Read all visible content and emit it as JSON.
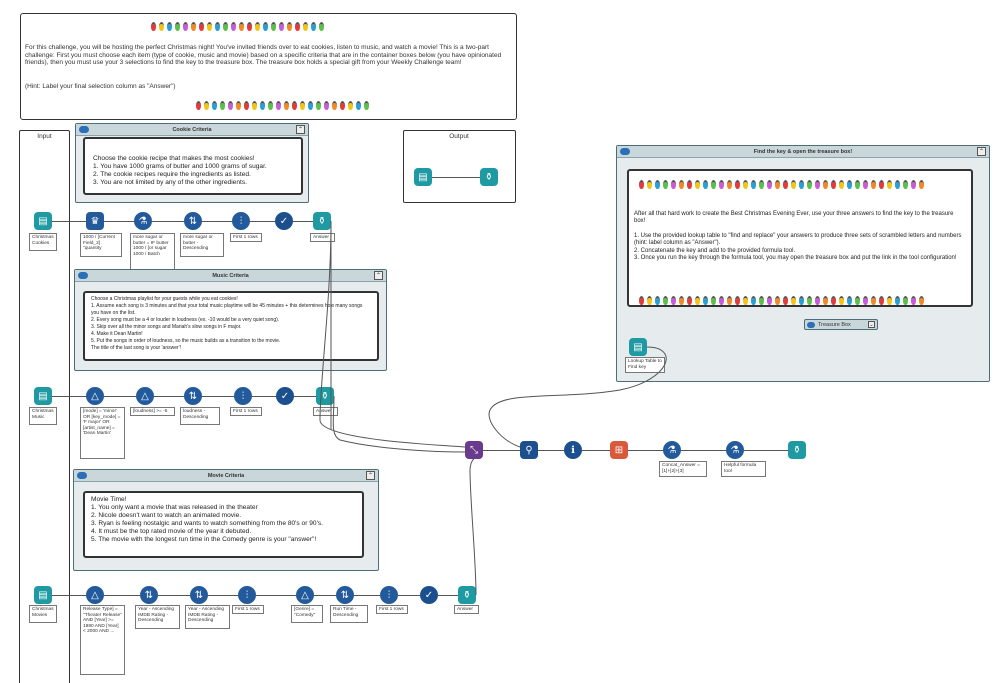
{
  "intro": {
    "text": "For this challenge, you will be hosting the perfect Christmas night! You've invited friends over to eat cookies, listen to music, and watch a movie! This is a two-part challenge: First you must choose each item (type of cookie, music and movie) based on a specific criteria that are in the container boxes below (you have opinionated friends), then you must use your 3 selections to find the key to the treasure box. The treasure box holds a special gift from your Weekly Challenge team!",
    "hint": "(Hint: Label your final selection column as \"Answer\")"
  },
  "labels": {
    "input": "Input",
    "output": "Output"
  },
  "cookie": {
    "header": "Cookie Criteria",
    "lines": [
      "Choose the cookie recipe that makes the most cookies!",
      "1. You have 1000 grams of butter and 1000 grams of sugar.",
      "2. The cookie recipes require the ingredients as listed.",
      "3. You are not limited by any of the other ingredients."
    ],
    "input_ann": "Christmas Cookies",
    "anns": [
      "1000 / [Current Field_2] \"quantity",
      "more sugar or butter = IF butter 1000 / [or sugar 1000 / Batch",
      "more sugar or butter - Descending",
      "First 1 rows",
      "Answer"
    ]
  },
  "music": {
    "header": "Music Criteria",
    "lines": [
      "Choose a Christmas playlist for your guests while you eat cookies!",
      "1. Assume each song is 3 minutes and that your total music playtime will be 45 minutes + this determines how many songs you have on the list.",
      "2. Every song must be a 4 or louder in loudness (ex. -10 would be a very quiet song).",
      "3. Skip over all the minor songs and Mariah's slow songs in F major.",
      "4. Make it Dean Martin!",
      "5. Put the songs in order of loudness, so the music builds as a transition to the movie.",
      "The title of the last song is your 'answer'!"
    ],
    "input_ann": "Christmas Music",
    "anns": [
      "[mode] = 'minor' OR [key_mode] = 'F major' OR [artist_name] = 'Dean Martin'",
      "[loudness] >= -5",
      "loudness - Descending",
      "First 1 rows",
      "Answer"
    ]
  },
  "movie": {
    "header": "Movie Criteria",
    "lines": [
      "Movie Time!",
      "1. You only want a movie that was released in the theater",
      "2. Nicole doesn't want to watch an animated movie.",
      "3. Ryan is feeling nostalgic and wants to watch something from the 80's or 90's.",
      "4. It must be the top rated movie of the year it debuted.",
      "5. The movie with the longest run time in the Comedy genre is your \"answer\"!"
    ],
    "input_ann": "Christmas Movies",
    "anns": [
      "Release Type] = \"Theater Release\" AND [Year] >= 1980 AND [Year] < 2000 AND ...",
      "Year - Ascending IMDB Rating - Descending",
      "Year - Ascending IMDB Rating - Descending",
      "First 1 rows",
      "[Genre] = \"Comedy\"",
      "Run Time - Descending",
      "First 1 rows",
      "Answer"
    ]
  },
  "treasure": {
    "header": "Find the key & open the treasure box!",
    "lines": [
      "After all that hard work to create the Best Christmas Evening Ever, use your three answers to find the key to the treasure box!",
      "",
      "1. Use the provided lookup table to \"find and replace\" your answers to produce three sets of scrambled letters and numbers (hint: label column as \"Answer\").",
      "2. Concatenate the key and add to the provided formula tool.",
      "3. Once you run the key through the formula tool, you may open the treasure box and put the link in the tool configuration!"
    ],
    "box_label": "Treasure Box",
    "lookup_ann": "Lookup Table to Find key"
  },
  "final": {
    "anns": [
      "Concat_Answer = [1]+[2]+[3]",
      "Helpful formula tool"
    ]
  },
  "colors": {
    "teal": "#1f9aa2",
    "navy": "#1c4f8e",
    "purple": "#6a3a8c",
    "orange": "#d85a3a"
  }
}
